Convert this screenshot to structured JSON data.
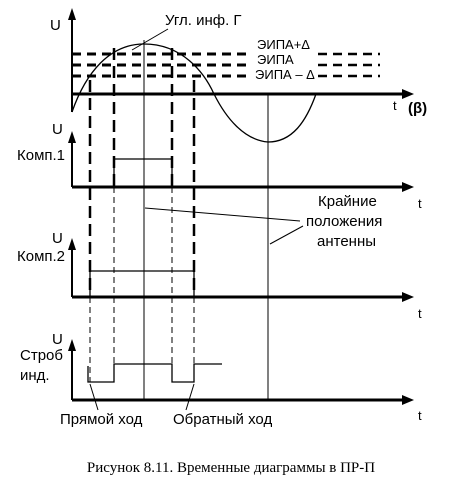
{
  "panels": {
    "top": {
      "y_label": "U",
      "x_label": "t",
      "beta_label": "(β)",
      "curve_label": "Угл. инф. Г"
    },
    "comp1": {
      "y_label": "U",
      "name": "Комп.1",
      "x_label": "t"
    },
    "comp2": {
      "y_label": "U",
      "name": "Комп.2",
      "x_label": "t"
    },
    "strobe": {
      "y_label": "U",
      "name_line1": "Строб",
      "name_line2": "инд.",
      "x_label": "t"
    }
  },
  "thresholds": {
    "upper": "ЭИПА+Δ",
    "middle": "ЭИПА",
    "lower": "ЭИПА – Δ"
  },
  "annotations": {
    "extreme_line1": "Крайние",
    "extreme_line2": "положения",
    "extreme_line3": "антенны",
    "forward": "Прямой ход",
    "backward": "Обратный ход"
  },
  "caption": "Рисунок 8.11. Временные диаграммы в ПР-П"
}
